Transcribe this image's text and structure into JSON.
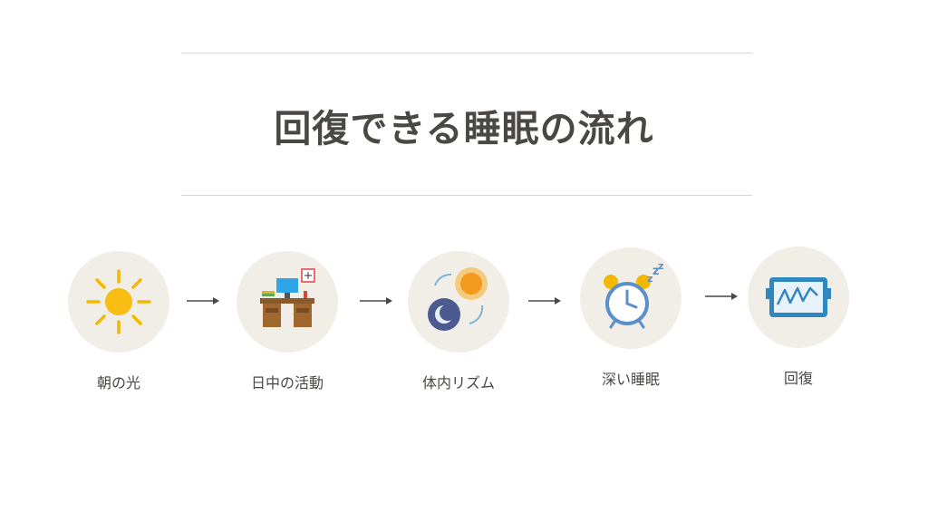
{
  "title": "回復できる睡眠の流れ",
  "steps": [
    {
      "label": "朝の光",
      "icon": "sun-icon"
    },
    {
      "label": "日中の活動",
      "icon": "desk-icon"
    },
    {
      "label": "体内リズム",
      "icon": "rhythm-icon"
    },
    {
      "label": "深い睡眠",
      "icon": "alarm-clock-icon"
    },
    {
      "label": "回復",
      "icon": "monitor-chart-icon"
    }
  ],
  "colors": {
    "title": "#4a4744",
    "circle": "#f1ede7",
    "rule": "#d9d6d1",
    "arrow": "#4a4744"
  }
}
